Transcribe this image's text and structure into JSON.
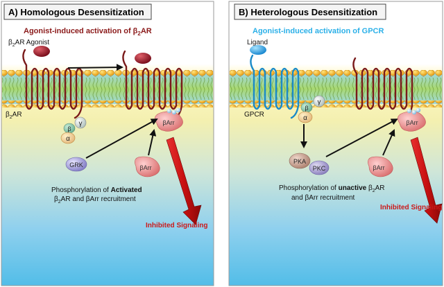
{
  "panels": [
    {
      "title": "A) Homologous Desensitization",
      "activation_pre": "Agonist-induced activation of β",
      "activation_sub": "2",
      "activation_post": "AR",
      "activation_color": "#8b1a1a",
      "ligand_label_pre": "β",
      "ligand_label_sub": "2",
      "ligand_label_post": "AR Agonist",
      "receptor_label_pre": "β",
      "receptor_label_sub": "2",
      "receptor_label_post": "AR",
      "gamma": "γ",
      "beta": "β",
      "alpha": "α",
      "kinase1": "GRK",
      "barr": "βArr",
      "caption_line1_pre": "Phosphorylation of ",
      "caption_line1_bold": "Activated",
      "caption_line2_pre": "β",
      "caption_line2_sub": "2",
      "caption_line2_post": "AR and βArr recruitment",
      "inhibited": "Inhibited Signaling"
    },
    {
      "title": "B) Heterologous Desensitization",
      "activation_text": "Agonist-induced activation of GPCR",
      "activation_color": "#2bb0e8",
      "ligand_label": "Ligand",
      "receptor_label": "GPCR",
      "gamma": "γ",
      "beta": "β",
      "alpha": "α",
      "kinase1": "PKA",
      "kinase2": "PKC",
      "barr": "βArr",
      "caption_line1_pre": "Phosphorylation of ",
      "caption_line1_bold": "unactive",
      "caption_line1_mid": " β",
      "caption_line1_sub": "2",
      "caption_line1_post": "AR",
      "caption_line2": "and βArr recruitment",
      "inhibited": "Inhibited Signaling"
    }
  ],
  "colors": {
    "receptor": "#8b1a1a",
    "gpcr": "#2bb0e8",
    "ligand_a": "#9b1a2a",
    "ligand_b": "#3aa8e8",
    "barr": "#e88a8a",
    "grk": "#8a86c8",
    "pka": "#c49a8a",
    "pkc": "#9a8ec8",
    "inhibited": "#cc1a1a"
  }
}
